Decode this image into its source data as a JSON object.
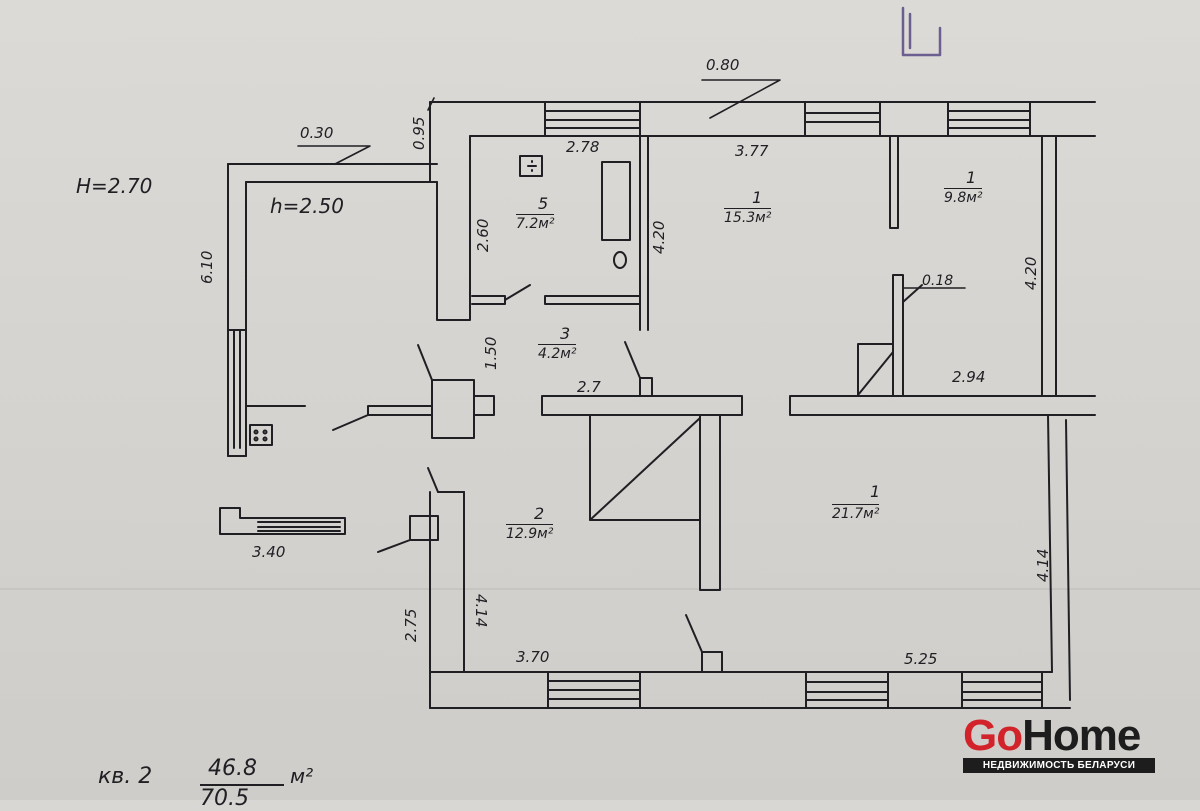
{
  "heights": {
    "ceiling_main": "H=2.70",
    "ceiling_annex": "h=2.50"
  },
  "rooms": [
    {
      "number": "5",
      "area": "7.2м²"
    },
    {
      "number": "1",
      "area": "15.3м²"
    },
    {
      "number": "1",
      "area": "9.8м²"
    },
    {
      "number": "3",
      "area": "4.2м²"
    },
    {
      "number": "2",
      "area": "12.9м²"
    },
    {
      "number": "1",
      "area": "21.7м²"
    }
  ],
  "dimensions": {
    "top_window": "0.80",
    "wall_annex_top": "0.30",
    "wall_top_left": "0.95",
    "kitchen_width": "2.78",
    "room_top_width": "3.77",
    "kitchen_height": "2.60",
    "room_top_height": "4.20",
    "annex_length": "6.10",
    "right_height": "4.20",
    "partition": "0.18",
    "hall_height": "1.50",
    "hall_width": "2.7",
    "room_right_width": "2.94",
    "porch_width": "3.40",
    "left_height_outer": "2.75",
    "left_height_inner": "4.14",
    "right_height_bottom": "4.14",
    "bottom_left_width": "3.70",
    "bottom_right_width": "5.25"
  },
  "summary": {
    "label": "кв. 2",
    "living_area": "46.8",
    "total_area": "70.5",
    "unit": "м²"
  },
  "logo": {
    "brand_part1": "Go",
    "brand_part2": "Home",
    "tagline": "НЕДВИЖИМОСТЬ БЕЛАРУСИ"
  },
  "colors": {
    "ink": "#1f1f24",
    "paper": "#d9d7d3",
    "brand_red": "#d2232a",
    "brand_dark": "#1d1d1d",
    "stamp": "#6a5f8e"
  }
}
